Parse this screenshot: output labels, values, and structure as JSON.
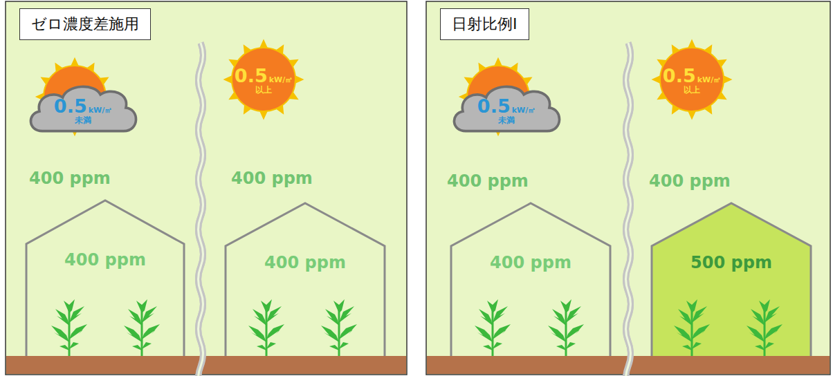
{
  "diagram": {
    "nodes": [
      {
        "text": [
          "ゼロ濃度差施用"
        ]
      },
      {
        "text": [
          "0.5",
          "kW/㎡",
          "未満"
        ]
      },
      {
        "text": [
          "0.5",
          "kW/㎡",
          "以上"
        ]
      },
      {
        "text": [
          "400 ppm"
        ]
      },
      {
        "text": [
          "400 ppm"
        ]
      },
      {
        "text": [
          "日射比例Ⅰ"
        ]
      },
      {
        "text": [
          "0.5",
          "kW/㎡",
          "未満"
        ]
      },
      {
        "text": [
          "0.5",
          "kW/㎡",
          "以上"
        ]
      },
      {
        "text": [
          "400 ppm"
        ]
      },
      {
        "text": [
          "500 ppm"
        ]
      }
    ],
    "labels": [
      "400 ppm",
      "400 ppm",
      "400 ppm",
      "400 ppm"
    ]
  }
}
